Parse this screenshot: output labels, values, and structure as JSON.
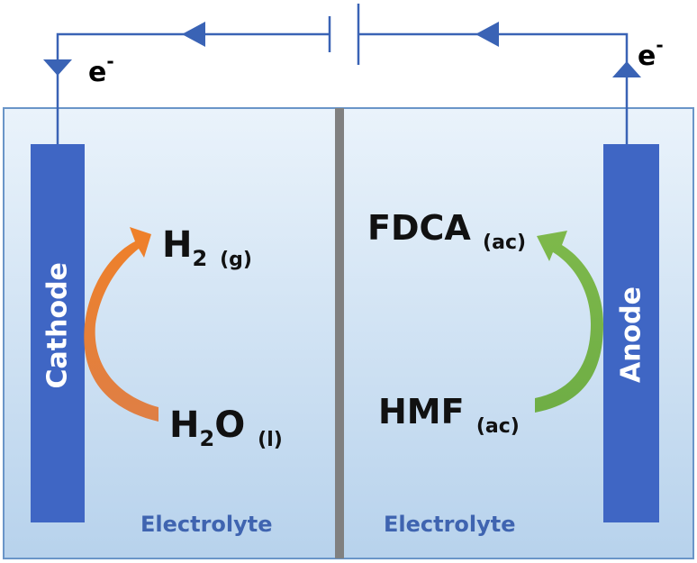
{
  "cathode": {
    "label": "Cathode"
  },
  "anode": {
    "label": "Anode"
  },
  "left_electrolyte": "Electrolyte",
  "right_electrolyte": "Electrolyte",
  "electron_left": {
    "symbol": "e",
    "charge": "-"
  },
  "electron_right": {
    "symbol": "e",
    "charge": "-"
  },
  "h2": {
    "main": "H",
    "sub": "2",
    "state": "(g)"
  },
  "h2o": {
    "h": "H",
    "sub": "2",
    "o": "O",
    "state": "(l)"
  },
  "fdca": {
    "main": "FDCA",
    "state": "(ac)"
  },
  "hmf": {
    "main": "HMF",
    "state": "(ac)"
  },
  "colors": {
    "wire": "#3a63b5",
    "electrode": "#3f66c4",
    "cell_border": "#6a95c8",
    "membrane": "#808080",
    "orange_arrow": "#e8742a",
    "green_arrow": "#6fae3a",
    "electrolyte_text": "#3f64b0"
  }
}
